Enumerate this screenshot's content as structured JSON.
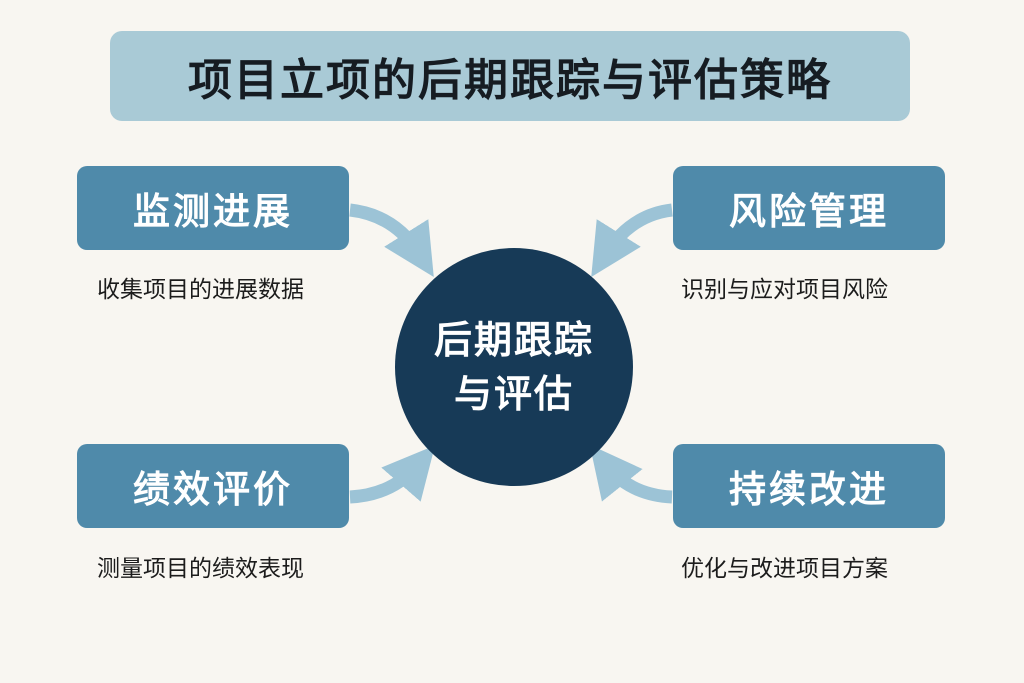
{
  "title": "项目立项的后期跟踪与评估策略",
  "center": {
    "line1": "后期跟踪",
    "line2": "与评估"
  },
  "nodes": [
    {
      "label": "监测进展",
      "description": "收集项目的进展数据",
      "position": "top-left"
    },
    {
      "label": "风险管理",
      "description": "识别与应对项目风险",
      "position": "top-right"
    },
    {
      "label": "绩效评价",
      "description": "测量项目的绩效表现",
      "position": "bottom-left"
    },
    {
      "label": "持续改进",
      "description": "优化与改进项目方案",
      "position": "bottom-right"
    }
  ],
  "colors": {
    "background": "#f8f6f1",
    "title_banner": "#a9cad6",
    "node_box": "#4f8aaa",
    "center_circle": "#173a57",
    "arrow": "#9cc3d6"
  }
}
